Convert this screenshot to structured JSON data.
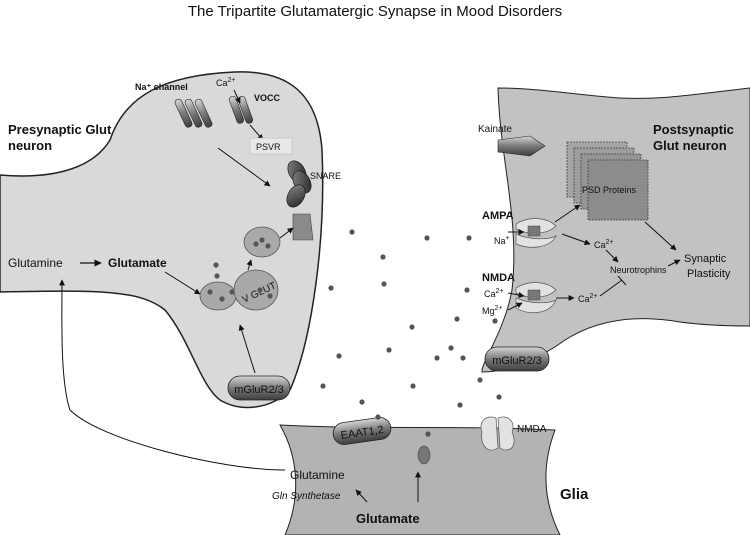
{
  "title": "The Tripartite Glutamatergic Synapse in Mood Disorders",
  "presynaptic": {
    "label_line1": "Presynaptic Glut",
    "label_line2": "neuron",
    "na_channel": "Na⁺ channel",
    "ca": "Ca",
    "ca_sup": "2+",
    "vocc": "VOCC",
    "psvr": "PSVR",
    "snare": "SNARE",
    "glutamine": "Glutamine",
    "glutamate": "Glutamate",
    "vglut": "V GLUT",
    "mglur": "mGluR2/3"
  },
  "postsynaptic": {
    "label_line1": "Postsynaptic",
    "label_line2": "Glut neuron",
    "kainate": "Kainate",
    "psd": "PSD Proteins",
    "ampa": "AMPA",
    "na": "Na",
    "na_sup": "+",
    "ca_sup": "2+",
    "ca1": "Ca",
    "ca2": "Ca",
    "ca3": "Ca",
    "mg": "Mg",
    "mg_sup": "2+",
    "neurotrophins": "Neurotrophins",
    "synaptic_line1": "Synaptic",
    "synaptic_line2": "Plasticity",
    "nmda": "NMDA",
    "mglur": "mGluR2/3"
  },
  "glia": {
    "label": "Glia",
    "eaat": "EAAT1,2",
    "nmda": "NMDA",
    "glutamine": "Glutamine",
    "gln_synthetase": "Gln Synthetase",
    "glutamate": "Glutamate"
  },
  "colors": {
    "cell_fill": "#d9d9d9",
    "glia_fill": "#b3b3b3",
    "post_fill": "#c2c2c2",
    "dot": "#555555"
  }
}
